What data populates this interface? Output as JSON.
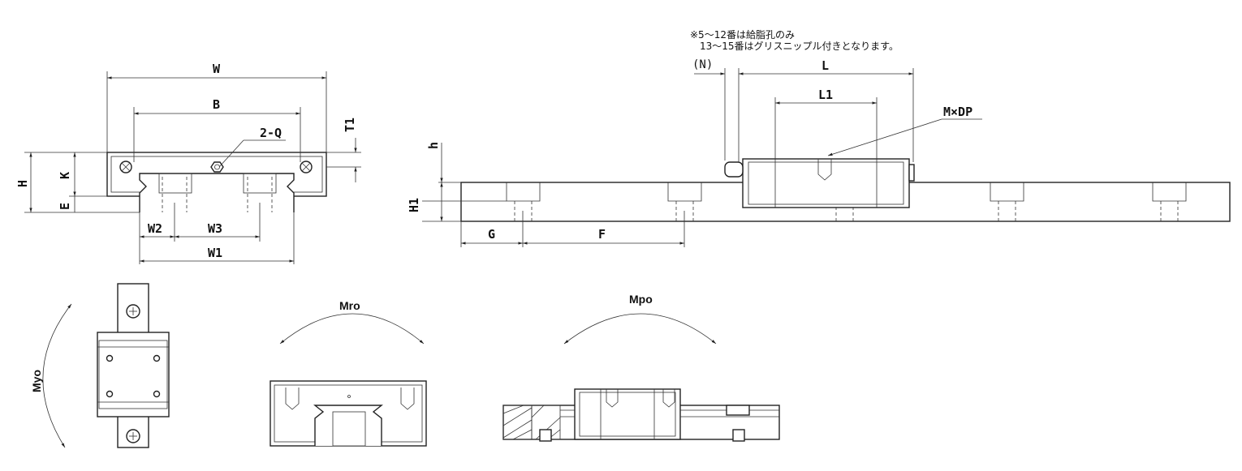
{
  "note": {
    "line1": "※5～12番は給脂孔のみ",
    "line2": "13～15番はグリスニップル付きとなります。"
  },
  "front_view": {
    "W": "W",
    "B": "B",
    "T1": "T1",
    "Q": "2-Q",
    "H": "H",
    "K": "K",
    "E": "E",
    "W2": "W2",
    "W3": "W3",
    "W1": "W1"
  },
  "side_view": {
    "N": "(N)",
    "L": "L",
    "L1": "L1",
    "MDP": "M×DP",
    "h": "h",
    "H1": "H1",
    "G": "G",
    "F": "F"
  },
  "moments": {
    "Myo": "Myo",
    "Mro": "Mro",
    "Mpo": "Mpo"
  }
}
